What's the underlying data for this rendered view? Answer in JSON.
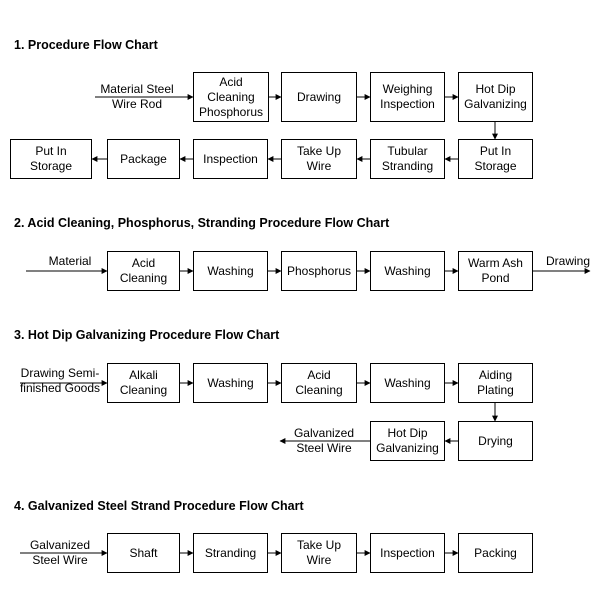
{
  "sections": [
    {
      "title": "1. Procedure Flow Chart",
      "input": "Material Steel\nWire Rod",
      "row1": [
        "Acid\nCleaning\nPhosphorus",
        "Drawing",
        "Weighing\nInspection",
        "Hot Dip\nGalvanizing"
      ],
      "row2": [
        "Put In\nStorage",
        "Tubular\nStranding",
        "Take Up\nWire",
        "Inspection",
        "Package",
        "Put In\nStorage"
      ]
    },
    {
      "title": "2. Acid Cleaning, Phosphorus, Stranding Procedure Flow Chart",
      "input": "Material",
      "row1": [
        "Acid\nCleaning",
        "Washing",
        "Phosphorus",
        "Washing",
        "Warm Ash\nPond"
      ],
      "output": "Drawing"
    },
    {
      "title": "3. Hot Dip Galvanizing Procedure Flow Chart",
      "input": "Drawing Semi-\nfinished Goods",
      "row1": [
        "Alkali\nCleaning",
        "Washing",
        "Acid\nCleaning",
        "Washing",
        "Aiding\nPlating"
      ],
      "row2": [
        "Drying",
        "Hot Dip\nGalvanizing"
      ],
      "output": "Galvanized\nSteel Wire"
    },
    {
      "title": "4. Galvanized Steel Strand Procedure Flow Chart",
      "input": "Galvanized\nSteel Wire",
      "row1": [
        "Shaft",
        "Stranding",
        "Take Up\nWire",
        "Inspection",
        "Packing"
      ]
    }
  ]
}
